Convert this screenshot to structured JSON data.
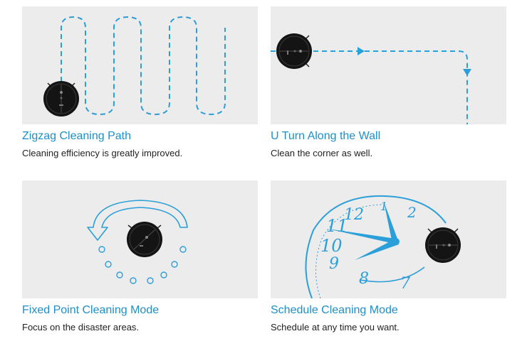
{
  "features": [
    {
      "title": "Zigzag Cleaning Path",
      "description": "Cleaning efficiency is greatly improved."
    },
    {
      "title": "U Turn Along the Wall",
      "description": "Clean the corner as well."
    },
    {
      "title": "Fixed Point Cleaning Mode",
      "description": "Focus on the disaster areas."
    },
    {
      "title": "Schedule Cleaning Mode",
      "description": "Schedule at any time you want."
    }
  ],
  "clock_numerals": [
    "12",
    "1",
    "2",
    "11",
    "10",
    "9",
    "8",
    "7"
  ],
  "colors": {
    "accent": "#1d8fc9",
    "path": "#2b9fd9",
    "panel": "#ececec",
    "text": "#222222",
    "robot": "#111111"
  }
}
